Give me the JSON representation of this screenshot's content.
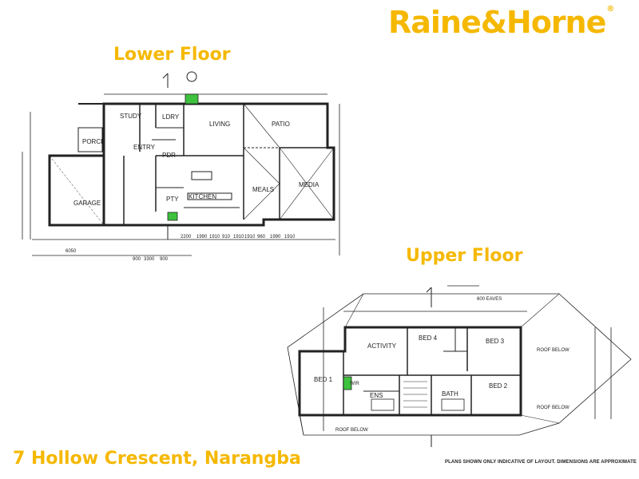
{
  "brand": {
    "name": "Raine&Horne",
    "color": "#f5b800"
  },
  "lower_floor": {
    "title": "Lower Floor",
    "rooms": [
      {
        "label": "STUDY"
      },
      {
        "label": "LDRY"
      },
      {
        "label": "LIVING"
      },
      {
        "label": "PATIO"
      },
      {
        "label": "PORCH"
      },
      {
        "label": "ENTRY"
      },
      {
        "label": "PDR"
      },
      {
        "label": "GARAGE"
      },
      {
        "label": "KITCHEN"
      },
      {
        "label": "PTY"
      },
      {
        "label": "MEALS"
      },
      {
        "label": "MEDIA"
      }
    ],
    "dimensions": [
      "6050",
      "900",
      "3300",
      "900",
      "2200",
      "1990",
      "1910",
      "910",
      "1910",
      "1910",
      "960",
      "1990",
      "1910"
    ]
  },
  "upper_floor": {
    "title": "Upper Floor",
    "rooms": [
      {
        "label": "ACTIVITY"
      },
      {
        "label": "BED 4"
      },
      {
        "label": "BED 3"
      },
      {
        "label": "BED 1"
      },
      {
        "label": "BED 2"
      },
      {
        "label": "ENS"
      },
      {
        "label": "BATH"
      },
      {
        "label": "WIR"
      }
    ],
    "notes": [
      "600 EAVES",
      "ROOF BELOW",
      "ROOF BELOW",
      "ROOF BELOW"
    ]
  },
  "address": "7 Hollow Crescent, Narangba",
  "disclaimer": "PLANS SHOWN ONLY INDICATIVE OF LAYOUT. DIMENSIONS ARE APPROXIMATE"
}
